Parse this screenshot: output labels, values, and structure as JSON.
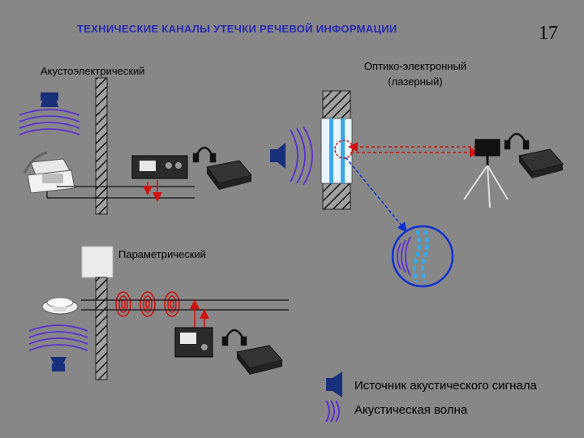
{
  "title": "ТЕХНИЧЕСКИЕ КАНАЛЫ УТЕЧКИ РЕЧЕВОЙ ИНФОРМАЦИИ",
  "page_number": "17",
  "sections": {
    "acoustoelectric": "Акустоэлектрический",
    "optical_line1": "Оптико-электронный",
    "optical_line2": "(лазерный)",
    "parametric": "Параметрический"
  },
  "legend": {
    "source": "Источник акустического сигнала",
    "wave": "Акустическая волна"
  },
  "colors": {
    "background": "#878787",
    "wave": "#5a2fd0",
    "signal": "#d01010",
    "laser_link": "#1030d0",
    "glass": "#3aa8e8",
    "speaker": "#1a2f7a"
  }
}
